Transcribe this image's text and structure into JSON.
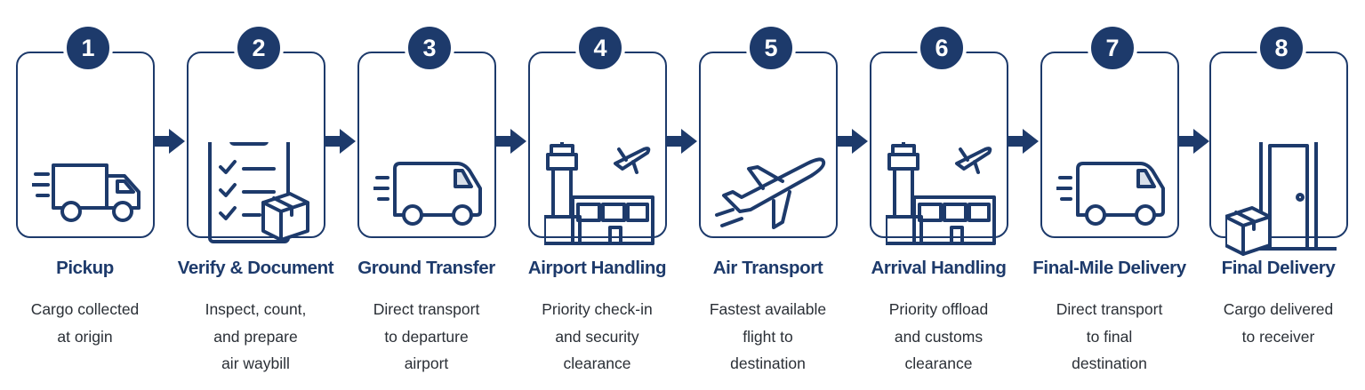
{
  "colors": {
    "primary": "#1d3a6b",
    "text": "#2a2f36",
    "background": "#ffffff"
  },
  "steps": [
    {
      "number": "1",
      "title": "Pickup",
      "desc": [
        "Cargo collected",
        "at origin"
      ],
      "icon": "delivery-truck-icon"
    },
    {
      "number": "2",
      "title": "Verify & Document",
      "desc": [
        "Inspect, count,",
        "and prepare",
        "air waybill"
      ],
      "icon": "clipboard-checklist-box-icon"
    },
    {
      "number": "3",
      "title": "Ground Transfer",
      "desc": [
        "Direct transport",
        "to departure",
        "airport"
      ],
      "icon": "van-icon"
    },
    {
      "number": "4",
      "title": "Airport Handling",
      "desc": [
        "Priority check-in",
        "and security",
        "clearance"
      ],
      "icon": "airport-tower-plane-icon"
    },
    {
      "number": "5",
      "title": "Air Transport",
      "desc": [
        "Fastest available",
        "flight to",
        "destination"
      ],
      "icon": "airplane-icon"
    },
    {
      "number": "6",
      "title": "Arrival Handling",
      "desc": [
        "Priority offload",
        "and customs",
        "clearance"
      ],
      "icon": "airport-tower-plane-icon"
    },
    {
      "number": "7",
      "title": "Final-Mile Delivery",
      "desc": [
        "Direct transport",
        "to final",
        "destination"
      ],
      "icon": "van-icon"
    },
    {
      "number": "8",
      "title": "Final Delivery",
      "desc": [
        "Cargo delivered",
        "to receiver"
      ],
      "icon": "door-package-icon"
    }
  ]
}
